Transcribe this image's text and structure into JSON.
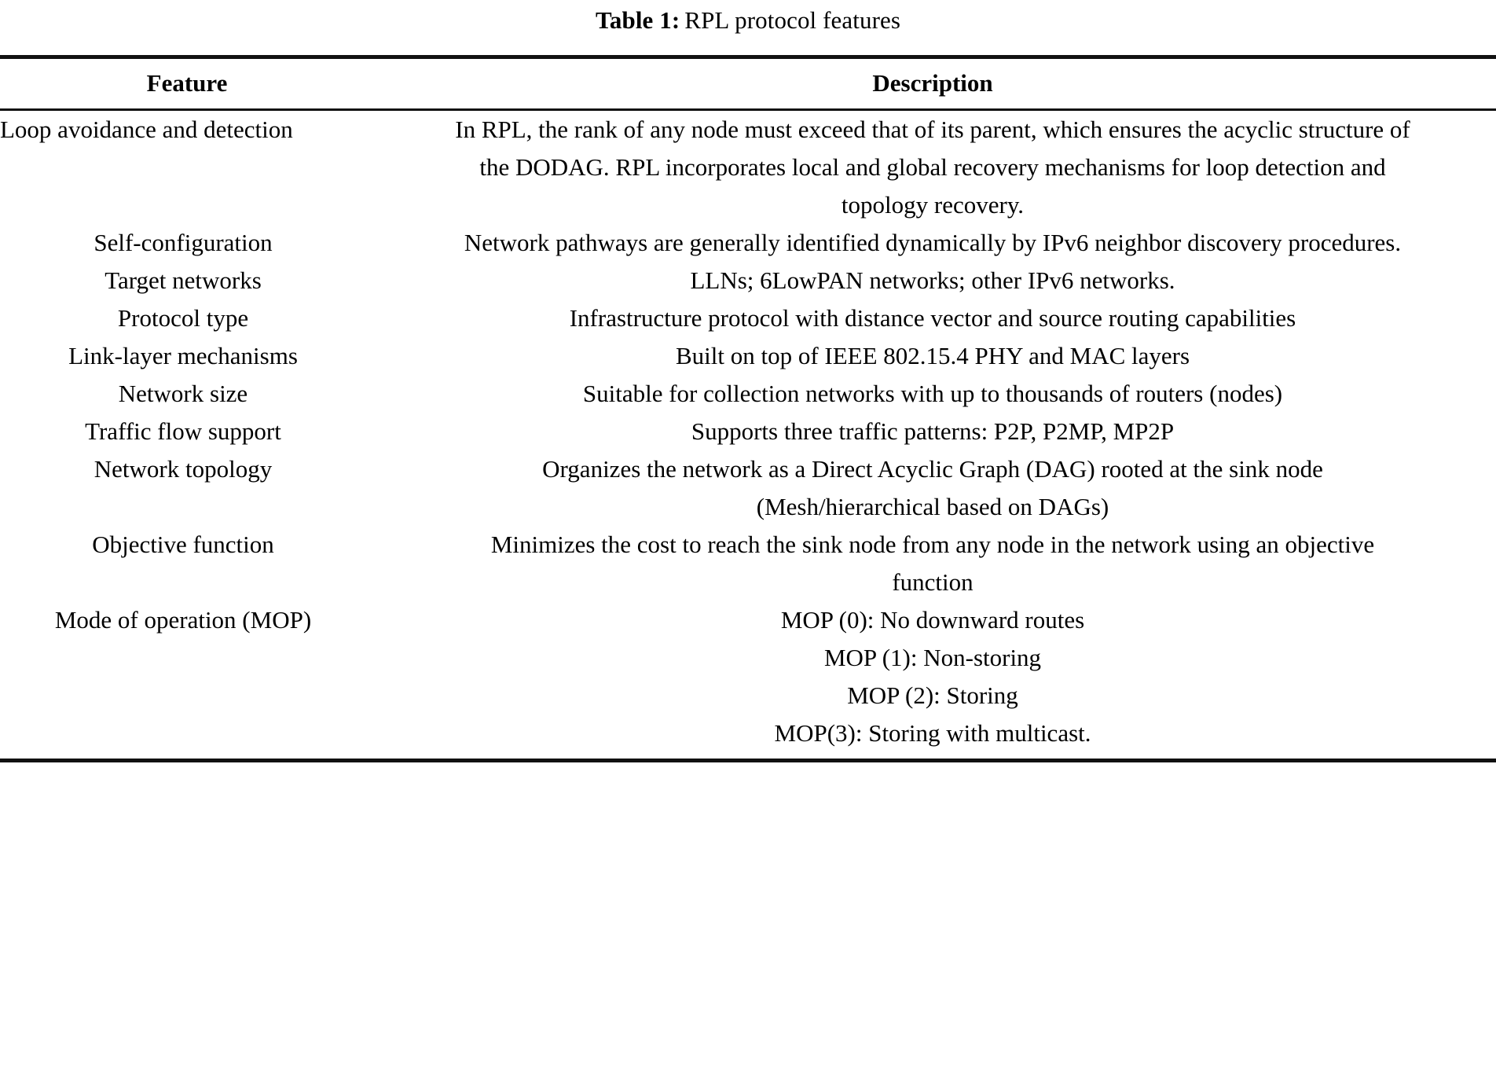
{
  "caption": {
    "label": "Table 1:",
    "text": "RPL protocol features"
  },
  "columns": {
    "feature": "Feature",
    "description": "Description"
  },
  "rows": [
    {
      "feature": "Loop avoidance and detection",
      "description": "In RPL, the rank of any node must exceed that of its parent, which ensures the acyclic structure of the DODAG. RPL incorporates local and global recovery mechanisms for loop detection and topology recovery."
    },
    {
      "feature": "Self-configuration",
      "description": "Network pathways are generally identified dynamically by IPv6 neighbor discovery procedures."
    },
    {
      "feature": "Target networks",
      "description": "LLNs; 6LowPAN networks; other IPv6 networks."
    },
    {
      "feature": "Protocol type",
      "description": "Infrastructure protocol with distance vector and source routing capabilities"
    },
    {
      "feature": "Link-layer mechanisms",
      "description": "Built on top of IEEE 802.15.4 PHY and MAC layers"
    },
    {
      "feature": "Network size",
      "description": "Suitable for collection networks with up to thousands of routers (nodes)"
    },
    {
      "feature": "Traffic flow support",
      "description": "Supports three traffic patterns: P2P, P2MP, MP2P"
    },
    {
      "feature": "Network topology",
      "description": "Organizes the network as a Direct Acyclic Graph (DAG) rooted at the sink node (Mesh/hierarchical based on DAGs)"
    },
    {
      "feature": "Objective function",
      "description": "Minimizes the cost to reach the sink node from any node in the network using an objective function"
    },
    {
      "feature": "Mode of operation (MOP)",
      "description_lines": [
        "MOP (0): No downward routes",
        "MOP (1): Non-storing",
        "MOP (2): Storing",
        "MOP(3): Storing with multicast."
      ]
    }
  ]
}
